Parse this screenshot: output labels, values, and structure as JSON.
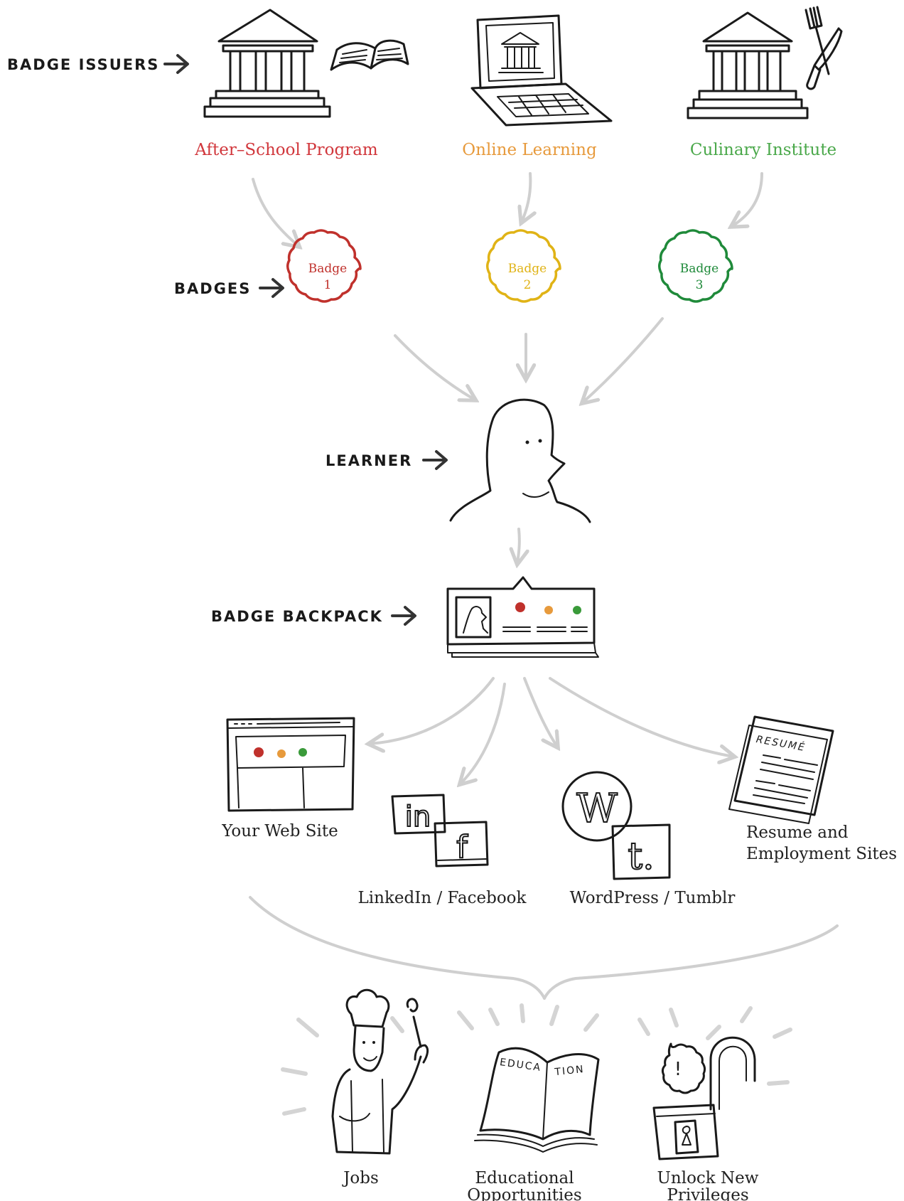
{
  "side_labels": {
    "issuers": "BADGE ISSUERS",
    "badges": "BADGES",
    "learner": "LEARNER",
    "backpack": "BADGE BACKPACK"
  },
  "issuers": [
    {
      "label": "After–School Program",
      "color": "#d1373c"
    },
    {
      "label": "Online Learning",
      "color": "#e79a3c"
    },
    {
      "label": "Culinary Institute",
      "color": "#4aa84a"
    }
  ],
  "badges": [
    {
      "line1": "Badge",
      "line2": "1",
      "color": "#c0312c"
    },
    {
      "line1": "Badge",
      "line2": "2",
      "color": "#e0b316"
    },
    {
      "line1": "Badge",
      "line2": "3",
      "color": "#1f8a3a"
    }
  ],
  "sketch_text": {
    "linkedin": "in",
    "facebook": "f",
    "wordpress": "W",
    "tumblr": "t.",
    "resume": "RESUMÉ",
    "book_left": "EDUCA",
    "book_right": "TION",
    "lock_mark": "!"
  },
  "destinations": {
    "website": "Your Web Site",
    "social": "LinkedIn / Facebook",
    "blogs": "WordPress / Tumblr",
    "resume_line1": "Resume and",
    "resume_line2": "Employment Sites"
  },
  "outcomes": {
    "jobs": "Jobs",
    "education_line1": "Educational",
    "education_line2": "Opportunities",
    "privileges_line1": "Unlock New",
    "privileges_line2": "Privileges"
  }
}
